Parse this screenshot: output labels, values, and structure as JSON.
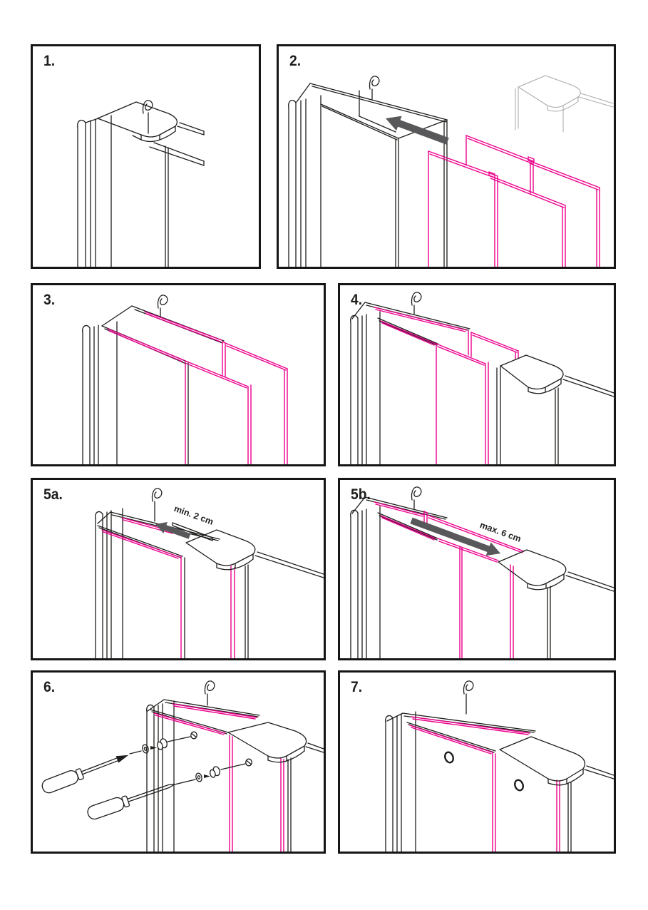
{
  "document": {
    "type": "assembly-instruction-sheet",
    "steps_count": 8
  },
  "colors": {
    "line_black": "#1d1d1b",
    "accent_magenta": "#EC008C",
    "arrow_gray": "#58585B",
    "ghost_gray": "#ACACAC",
    "panel_border": "#161616",
    "background": "#ffffff"
  },
  "icons": {
    "hook": "hanger-hook",
    "slide_in_arrow": "thick left arrow",
    "slide_out_arrow": "thick right arrow",
    "screwdriver": "flat screwdriver",
    "screw_parts": "washer, cover cap, screw hole"
  },
  "panels": [
    {
      "id": "step-1",
      "label": "1."
    },
    {
      "id": "step-2",
      "label": "2."
    },
    {
      "id": "step-3",
      "label": "3."
    },
    {
      "id": "step-4",
      "label": "4."
    },
    {
      "id": "step-5a",
      "label": "5a.",
      "annotation": "min. 2 cm"
    },
    {
      "id": "step-5b",
      "label": "5b.",
      "annotation": "max. 6 cm"
    },
    {
      "id": "step-6",
      "label": "6."
    },
    {
      "id": "step-7",
      "label": "7."
    }
  ]
}
